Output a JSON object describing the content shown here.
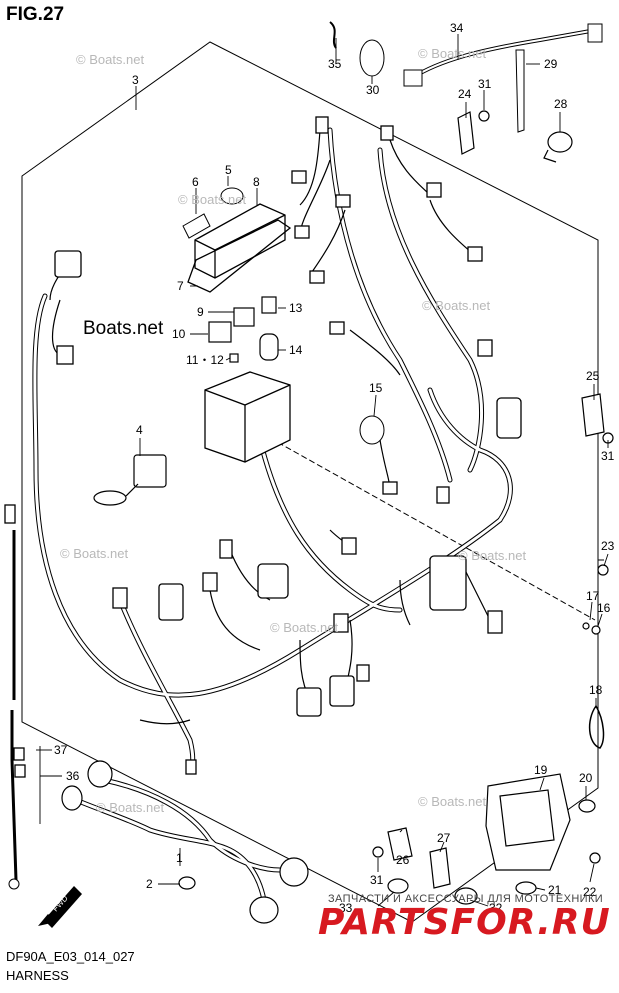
{
  "figure": {
    "title": "FIG.27",
    "code": "DF90A_E03_014_027",
    "name": "HARNESS",
    "fwd_label": "FWD"
  },
  "watermarks": {
    "boats": "© Boats.net",
    "boats_dark": "Boats.net",
    "shop_line": "ЗАПЧАСТИ И АКСЕССУАРЫ ДЛЯ МОТОТЕХНИКИ",
    "shop_logo": "PARTSFOR.RU"
  },
  "callouts": {
    "n1": "1",
    "n2": "2",
    "n3": "3",
    "n4": "4",
    "n5": "5",
    "n6": "6",
    "n7": "7",
    "n8": "8",
    "n9": "9",
    "n10": "10",
    "n11_12": "11・12",
    "n13": "13",
    "n14": "14",
    "n15": "15",
    "n16": "16",
    "n17": "17",
    "n18": "18",
    "n19": "19",
    "n20": "20",
    "n21": "21",
    "n22": "22",
    "n23": "23",
    "n24": "24",
    "n25": "25",
    "n26": "26",
    "n27": "27",
    "n28": "28",
    "n29": "29",
    "n30": "30",
    "n31a": "31",
    "n31b": "31",
    "n31c": "31",
    "n32": "32",
    "n33": "33",
    "n34": "34",
    "n35": "35",
    "n36": "36",
    "n37": "37"
  }
}
